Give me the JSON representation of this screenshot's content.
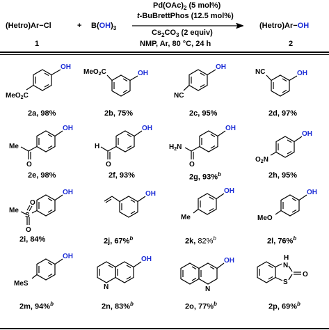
{
  "scheme": {
    "reactant_left": "(Hetro)Ar",
    "reactant_left_dash": "−",
    "reactant_left_cl": "Cl",
    "plus": "+",
    "boron_b": "B(",
    "boron_oh": "OH",
    "boron_close": ")",
    "boron_sub": "3",
    "cond_catalyst": "Pd(OAc)",
    "cond_catalyst_sub": "2",
    "cond_catalyst_tail": " (5 mol%)",
    "cond_ligand_italic": "t",
    "cond_ligand": "-BuBrettPhos (12.5 mol%)",
    "cond_base": "Cs",
    "cond_base_sub1": "2",
    "cond_base_mid": "CO",
    "cond_base_sub2": "3",
    "cond_base_tail": " (2 equiv)",
    "cond_solvent": "NMP, Ar, 80 °C, 24 h",
    "product": "(Hetro)Ar",
    "product_dash": "−",
    "product_oh": "OH",
    "num_reactant": "1",
    "num_product": "2"
  },
  "compounds": [
    {
      "id": "2a",
      "yield": "98%",
      "footnote": "",
      "sub": "MeO2C"
    },
    {
      "id": "2b",
      "yield": "75%",
      "footnote": "",
      "sub": "MeO2C"
    },
    {
      "id": "2c",
      "yield": "95%",
      "footnote": "",
      "sub": "NC"
    },
    {
      "id": "2d",
      "yield": "97%",
      "footnote": "",
      "sub": "NC"
    },
    {
      "id": "2e",
      "yield": "98%",
      "footnote": "",
      "sub": "Me"
    },
    {
      "id": "2f",
      "yield": "93%",
      "footnote": "",
      "sub": "H"
    },
    {
      "id": "2g",
      "yield": "93%",
      "footnote": "b",
      "sub": "H2N"
    },
    {
      "id": "2h",
      "yield": "95%",
      "footnote": "",
      "sub": "O2N"
    },
    {
      "id": "2i",
      "yield": "84%",
      "footnote": "",
      "sub": "Me"
    },
    {
      "id": "2j",
      "yield": "67%",
      "footnote": "b",
      "sub": ""
    },
    {
      "id": "2k",
      "yield": "82%",
      "footnote": "b",
      "sub": "Me"
    },
    {
      "id": "2l",
      "yield": "76%",
      "footnote": "b",
      "sub": "MeO"
    },
    {
      "id": "2m",
      "yield": "94%",
      "footnote": "b",
      "sub": "MeS"
    },
    {
      "id": "2n",
      "yield": "83%",
      "footnote": "b",
      "sub": "N"
    },
    {
      "id": "2o",
      "yield": "77%",
      "footnote": "b",
      "sub": "N"
    },
    {
      "id": "2p",
      "yield": "69%",
      "footnote": "b",
      "sub": "S"
    }
  ],
  "atoms": {
    "oh": "OH",
    "meo2c": "MeO",
    "o2": "2",
    "c": "C",
    "n": "N",
    "me": "Me",
    "h": "H",
    "o": "O",
    "h2n": "H",
    "n2": "2",
    "o2n": "O",
    "s": "S",
    "meo": "MeO",
    "mes": "MeS",
    "nh": "H"
  },
  "colors": {
    "oh": "#1a2bd6",
    "text": "#000000"
  }
}
